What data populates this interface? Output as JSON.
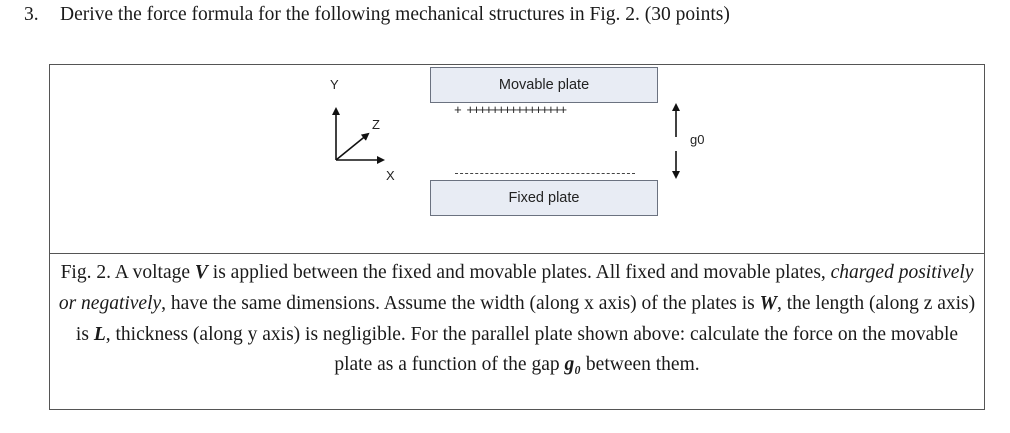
{
  "question": {
    "number": "3.",
    "text": "Derive the force formula for the following mechanical structures in Fig. 2. (30 points)"
  },
  "figure": {
    "axis_y": "Y",
    "axis_z": "Z",
    "axis_x": "X",
    "movable_plate": "Movable plate",
    "fixed_plate": "Fixed plate",
    "charges": "+ ++++++++++++++++",
    "gap_label": "g0"
  },
  "caption": {
    "p1": "Fig. 2. A voltage ",
    "var_v": "V",
    "p2": " is applied between the fixed and movable plates. All fixed and movable plates, ",
    "italic_phrase": "charged positively or negatively",
    "p3": ", have the same dimensions. Assume the width (along x axis) of the plates is ",
    "var_w": "W",
    "p4": ", the length (along z axis) is ",
    "var_l": "L",
    "p5": ", thickness (along y axis) is negligible.   For the parallel plate shown above: calculate the force on the movable plate as a function of the gap ",
    "var_g": "g₀",
    "p6": " between them."
  }
}
